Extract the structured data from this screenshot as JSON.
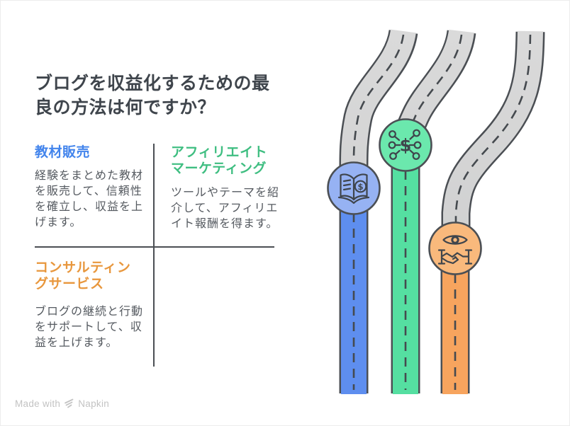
{
  "title": {
    "lines": [
      "ブログを収益化するための最",
      "良の方法は何ですか？"
    ],
    "color": "#3f454c"
  },
  "sections": [
    {
      "id": "material-sales",
      "heading_lines": [
        "教材販売"
      ],
      "heading_color": "#4284ec",
      "body_lines": [
        "経験をまとめた教材",
        "を販売して、信頼性",
        "を確立し、収益を上",
        "げます。"
      ],
      "icon": "book-dollar-icon",
      "road_color": "#5e8eef",
      "circle_color": "#96b2f3"
    },
    {
      "id": "affiliate-marketing",
      "heading_lines": [
        "アフィリエイト",
        "マーケティング"
      ],
      "heading_color": "#3fbe81",
      "body_lines": [
        "ツールやテーマを紹",
        "介して、アフィリエ",
        "イト報酬を得ます。"
      ],
      "icon": "dollar-network-icon",
      "road_color": "#55dfa1",
      "circle_color": "#6be8ad"
    },
    {
      "id": "consulting-service",
      "heading_lines": [
        "コンサルティン",
        "グサービス"
      ],
      "heading_color": "#e8973d",
      "body_lines": [
        "ブログの継続と行動",
        "をサポートして、収",
        "益を上げます。"
      ],
      "icon": "handshake-eye-icon",
      "road_color": "#f7a45e",
      "circle_color": "#f9b97c"
    }
  ],
  "graphic": {
    "road_fill": "#d3d3d3",
    "road_outline": "#4b4f54",
    "dash_color": "#454a4f",
    "icon_stroke": "#3f454c",
    "dollar": "$"
  },
  "footer": {
    "made_with": "Made with",
    "brand": "Napkin",
    "logo_color": "#c3c3c3"
  }
}
